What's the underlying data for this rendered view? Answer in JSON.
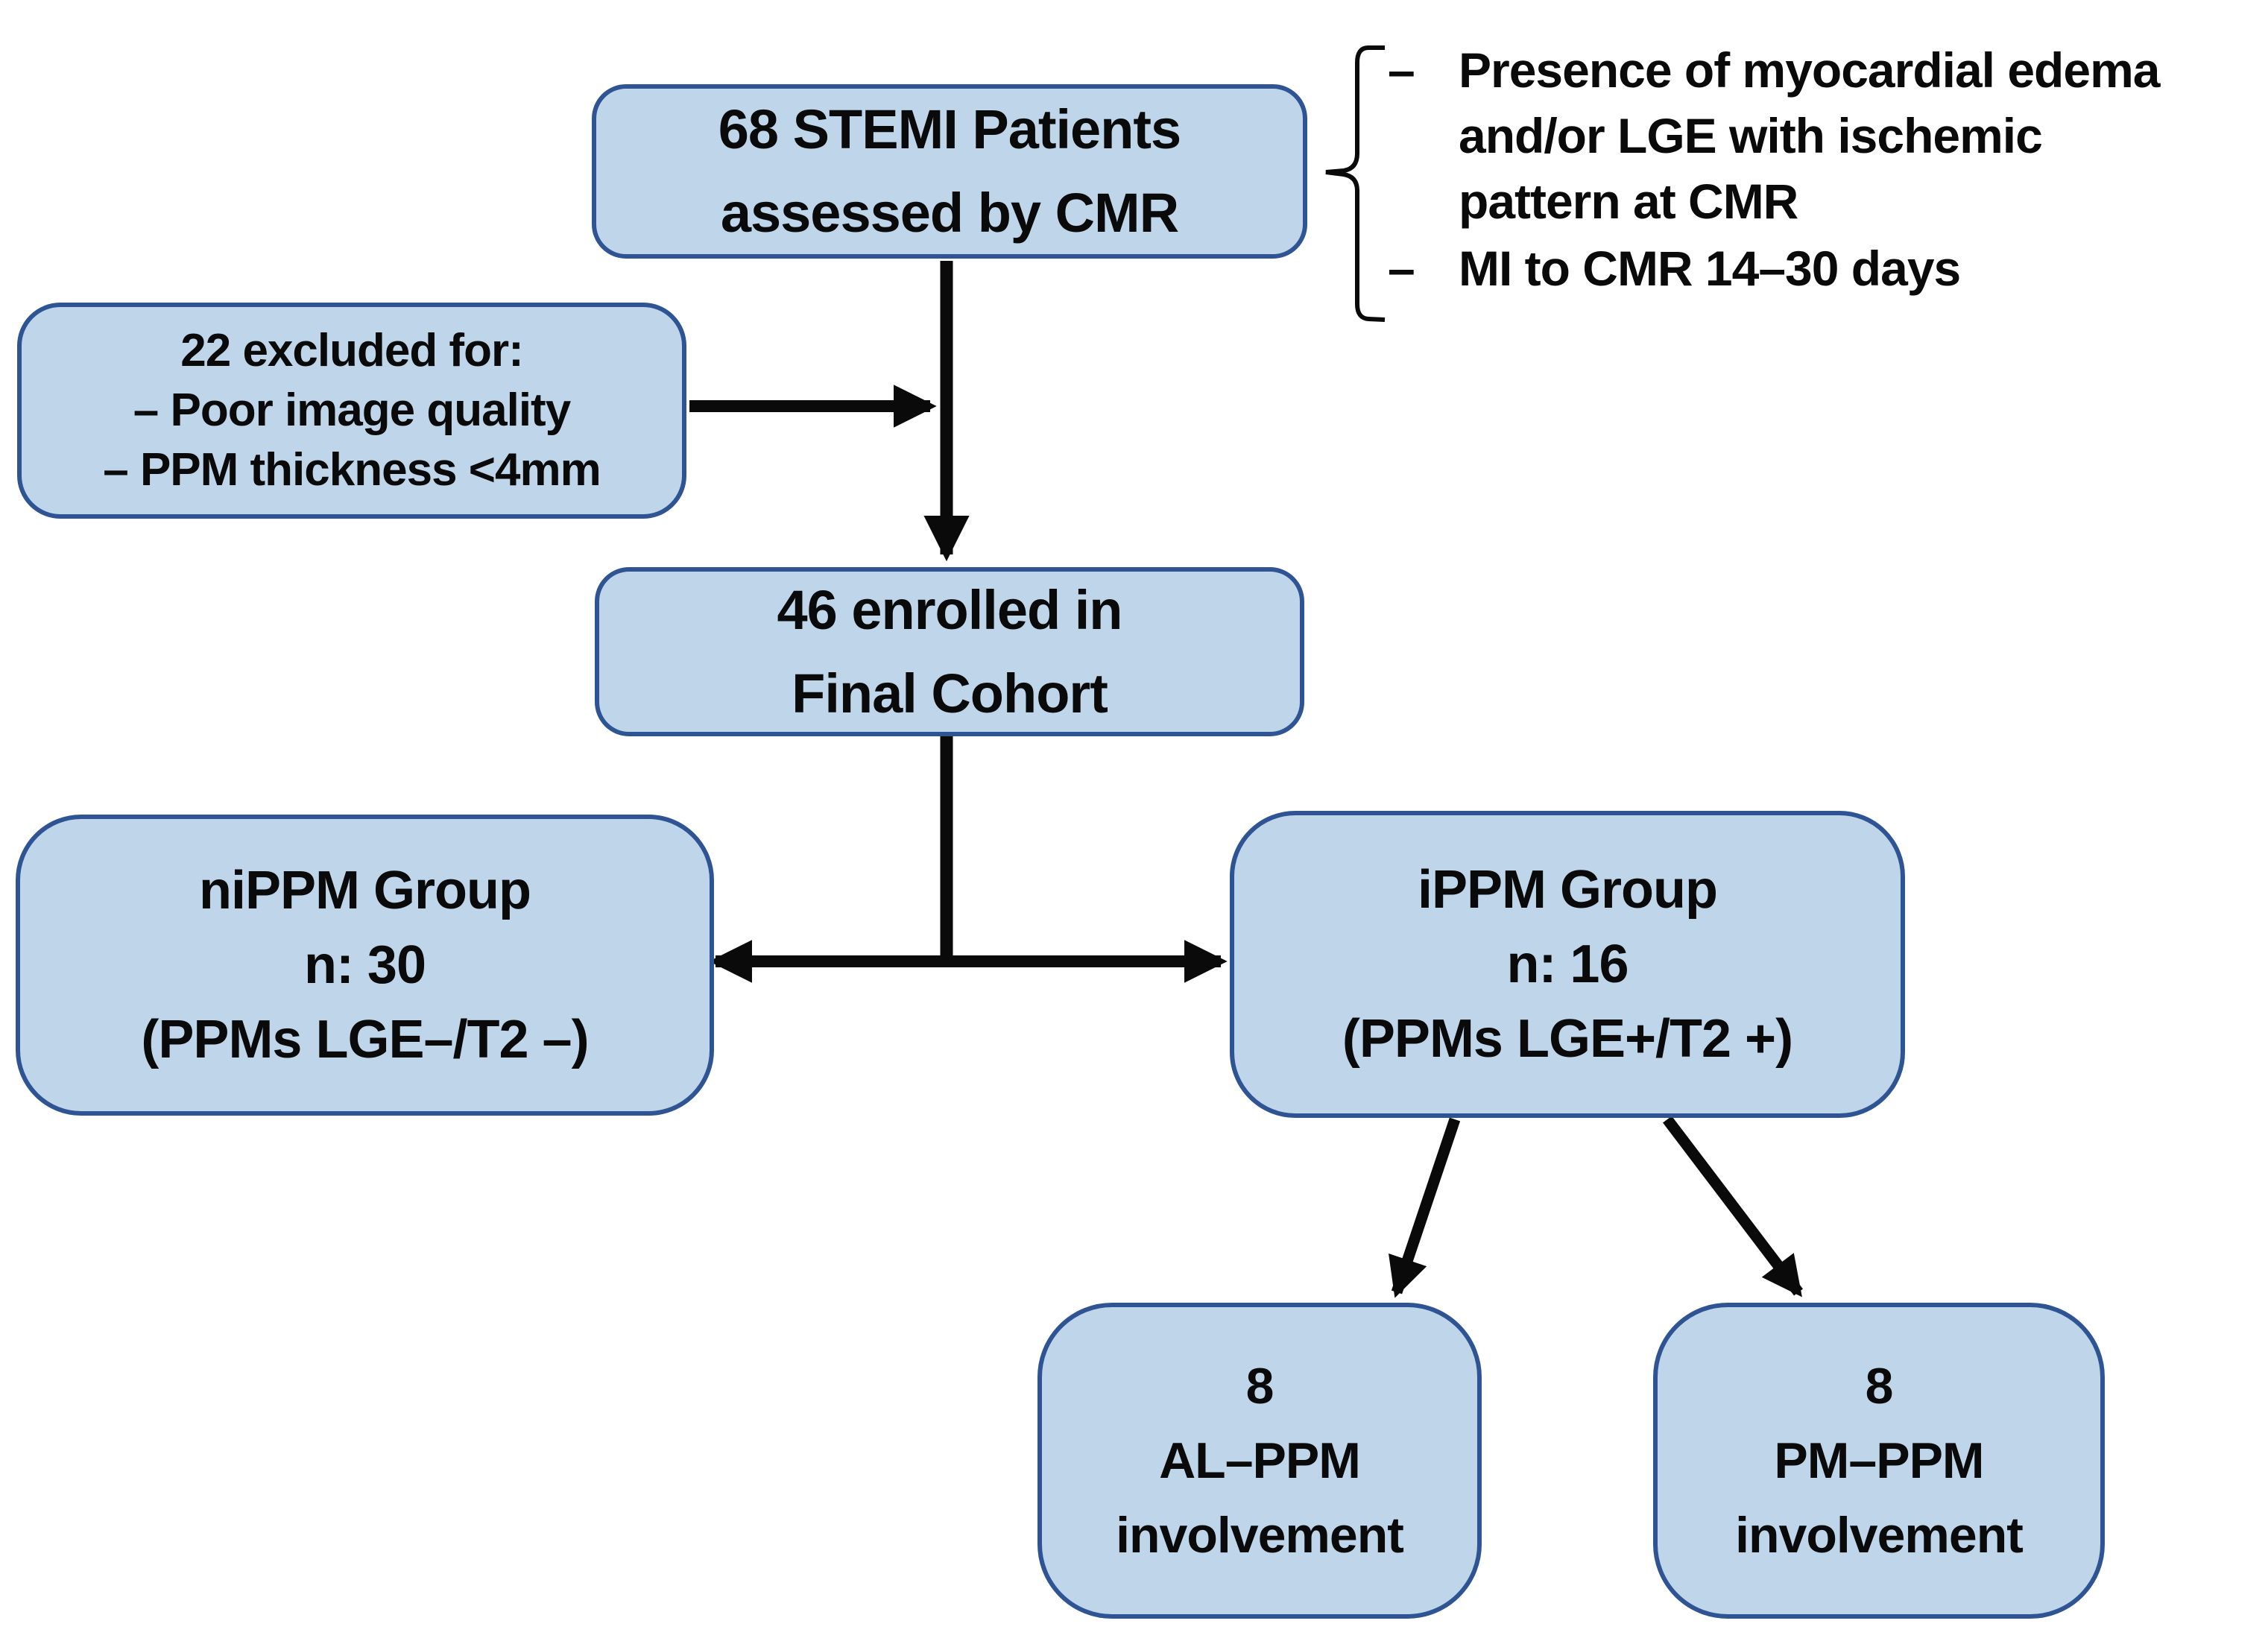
{
  "colors": {
    "box_fill": "#bfd5ea",
    "box_border": "#2e5494",
    "line": "#0a0a0a",
    "text": "#0a0a0a",
    "background": "#ffffff"
  },
  "nodes": {
    "assessed": {
      "lines": [
        "68 STEMI Patients",
        "assessed by CMR"
      ]
    },
    "excluded": {
      "lines": [
        "22 excluded for:",
        "– Poor image quality",
        "– PPM thickness <4mm"
      ]
    },
    "enrolled": {
      "lines": [
        "46 enrolled in",
        "Final Cohort"
      ]
    },
    "nippm": {
      "lines": [
        "niPPM Group",
        "n: 30",
        "(PPMs LGE–/T2 –)"
      ]
    },
    "ippm": {
      "lines": [
        "iPPM Group",
        "n: 16",
        "(PPMs LGE+/T2 +)"
      ]
    },
    "al_ppm": {
      "lines": [
        "8",
        "AL–PPM",
        "involvement"
      ]
    },
    "pm_ppm": {
      "lines": [
        "8",
        "PM–PPM",
        "involvement"
      ]
    }
  },
  "annotation": {
    "bullet_marker": "–",
    "bullets": [
      {
        "lines": [
          "Presence of myocardial edema",
          "and/or LGE with ischemic",
          "pattern at CMR"
        ]
      },
      {
        "lines": [
          "MI to CMR 14–30 days"
        ]
      }
    ]
  }
}
